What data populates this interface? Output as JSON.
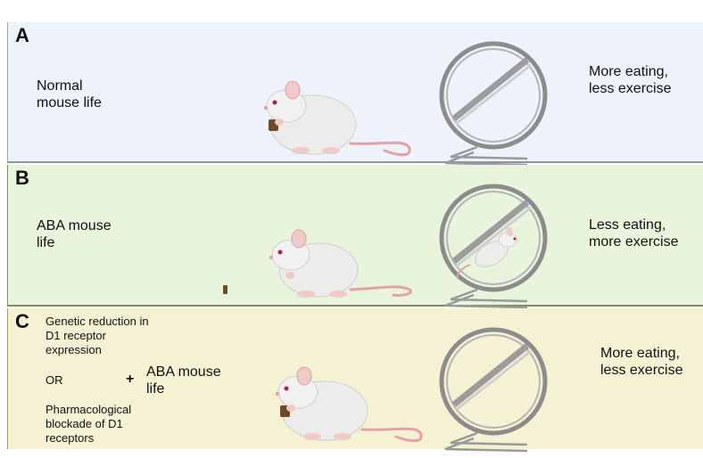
{
  "panels": [
    {
      "letter": "A",
      "left_text": "Normal mouse life",
      "right_text": [
        "More eating,",
        "less exercise"
      ]
    },
    {
      "letter": "B",
      "left_text": "ABA mouse life",
      "right_text": [
        "Less eating,",
        "more exercise"
      ]
    },
    {
      "letter": "C",
      "conditions": {
        "genetic": "Genetic reduction in D1 receptor expression",
        "or": "OR",
        "pharm": "Pharmacological blockade of D1 receptors"
      },
      "plus": "+",
      "middle_text": "ABA mouse life",
      "right_text": [
        "More eating,",
        "less exercise"
      ]
    }
  ]
}
